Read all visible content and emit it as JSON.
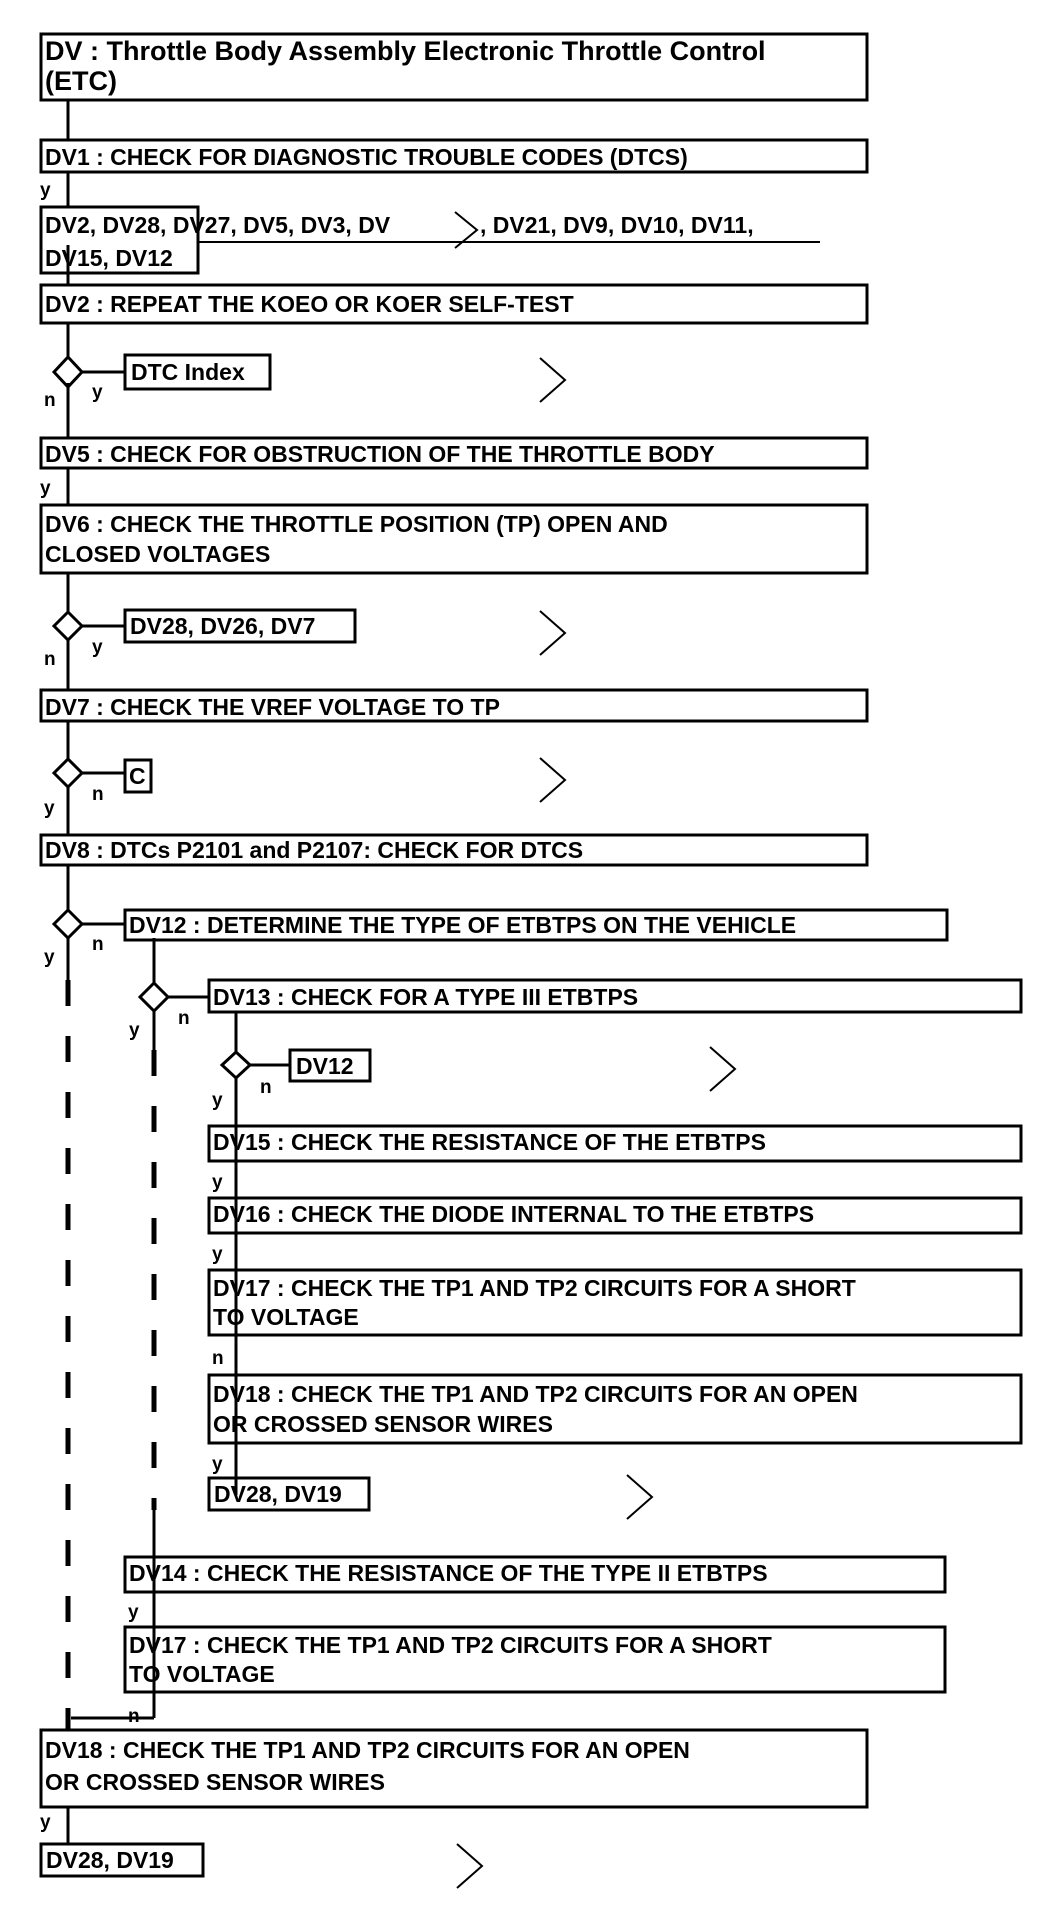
{
  "title_box": {
    "line1": "DV : Throttle Body Assembly Electronic Throttle Control",
    "line2": "(ETC)"
  },
  "steps": {
    "dv1": {
      "line1": "DV1 : CHECK FOR DIAGNOSTIC TROUBLE CODES (DTCS)"
    },
    "dv1_targets": {
      "line1a": "DV2, DV28, DV27, DV5, DV3, DV",
      "line1b": ", DV21, DV9, DV10, DV11,",
      "line2": "DV15, DV12"
    },
    "dv2": {
      "line1": "DV2 : REPEAT THE KOEO OR KOER SELF-TEST"
    },
    "dv2_target": {
      "line1": "DTC Index"
    },
    "dv5": {
      "line1": "DV5 : CHECK FOR OBSTRUCTION OF THE THROTTLE BODY"
    },
    "dv6": {
      "line1": "DV6 : CHECK THE THROTTLE POSITION (TP) OPEN AND",
      "line2": "CLOSED VOLTAGES"
    },
    "dv6_target": {
      "line1": "DV28, DV26, DV7"
    },
    "dv7": {
      "line1": "DV7 : CHECK THE VREF VOLTAGE TO TP"
    },
    "dv7_target": {
      "line1": "C"
    },
    "dv8": {
      "line1": "DV8 : DTCs P2101 and P2107: CHECK FOR DTCS"
    },
    "dv12": {
      "line1": "DV12 : DETERMINE THE TYPE OF ETBTPS ON THE VEHICLE"
    },
    "dv13": {
      "line1": "DV13 : CHECK FOR A TYPE III ETBTPS"
    },
    "dv13_target": {
      "line1": "DV12"
    },
    "dv15": {
      "line1": "DV15 : CHECK THE RESISTANCE OF THE ETBTPS"
    },
    "dv16": {
      "line1": "DV16 : CHECK THE DIODE INTERNAL TO THE ETBTPS"
    },
    "dv17a": {
      "line1": "DV17 : CHECK THE TP1 AND TP2 CIRCUITS FOR A SHORT",
      "line2": "TO VOLTAGE"
    },
    "dv18a": {
      "line1": "DV18 : CHECK THE TP1 AND TP2 CIRCUITS FOR AN OPEN",
      "line2": "OR CROSSED SENSOR WIRES"
    },
    "dv18a_target": {
      "line1": "DV28, DV19"
    },
    "dv14": {
      "line1": "DV14 : CHECK THE RESISTANCE OF THE TYPE II ETBTPS"
    },
    "dv17b": {
      "line1": "DV17 : CHECK THE TP1 AND TP2 CIRCUITS FOR A SHORT",
      "line2": "TO VOLTAGE"
    },
    "dv18b": {
      "line1": "DV18 : CHECK THE TP1 AND TP2 CIRCUITS FOR AN OPEN",
      "line2": "OR CROSSED SENSOR WIRES"
    },
    "dv18b_target": {
      "line1": "DV28, DV19"
    }
  },
  "branch_labels": {
    "yes": "y",
    "no": "n"
  },
  "icons": [
    "decision-diamond-icon",
    "chevron-right-icon"
  ],
  "colors": {
    "ink": "#000000",
    "background": "#ffffff"
  }
}
